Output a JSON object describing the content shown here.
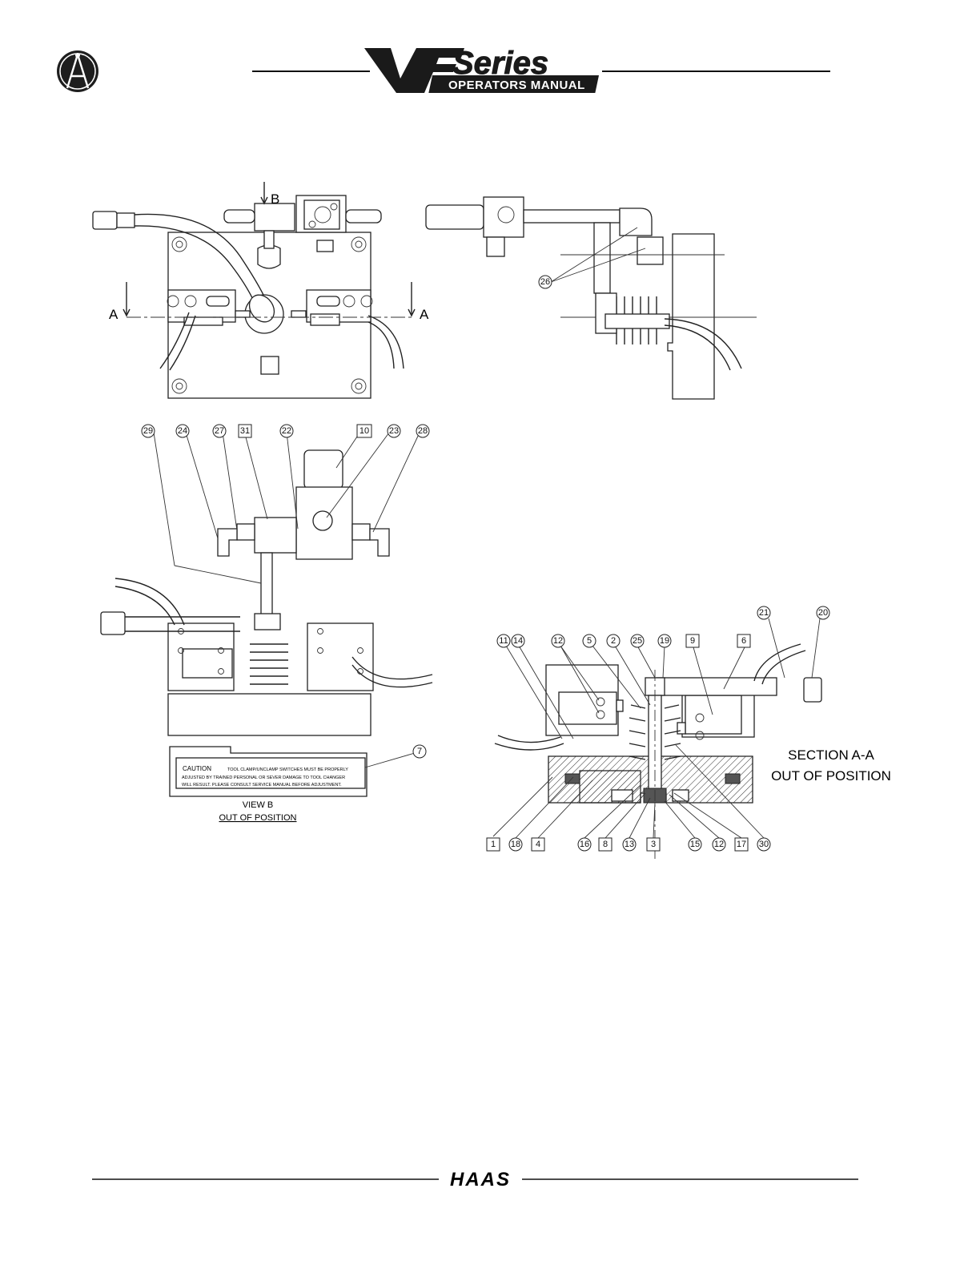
{
  "header": {
    "brand_vf": "VF",
    "brand_series": "Series",
    "brand_subtitle": "OPERATORS MANUAL"
  },
  "top_left_view": {
    "arrow_b": "B",
    "section_left": "A",
    "section_right": "A"
  },
  "top_right_view": {
    "callout_26": "26"
  },
  "view_b": {
    "callouts": {
      "c29": "29",
      "c24": "24",
      "c27": "27",
      "c31": "31",
      "c22": "22",
      "c10": "10",
      "c23": "23",
      "c28": "28",
      "c7": "7"
    },
    "caution_label": "CAUTION",
    "caution_line1": "TOOL CLAMP/UNCLAMP SWITCHES MUST BE PROPERLY",
    "caution_line2": "ADJUSTED BY TRAINED PERSONAL OR SEVER DAMAGE TO TOOL CHANGER",
    "caution_line3": "WILL RESULT.   PLEASE CONSULT SERVICE MANUAL BEFORE ADJUSTMENT.",
    "title_line1": "VIEW B",
    "title_line2": "OUT OF POSITION"
  },
  "section_view": {
    "top_callouts": {
      "c11": "11",
      "c14": "14",
      "c12": "12",
      "c5": "5",
      "c2": "2",
      "c25": "25",
      "c19": "19",
      "c9": "9",
      "c6": "6",
      "c21": "21",
      "c20": "20"
    },
    "bottom_callouts": {
      "c1": "1",
      "c18": "18",
      "c4": "4",
      "c16": "16",
      "c8": "8",
      "c13": "13",
      "c3": "3",
      "c15": "15",
      "c12b": "12",
      "c17": "17",
      "c30": "30"
    },
    "title_line1": "SECTION A-A",
    "title_line2": "OUT OF POSITION"
  },
  "footer": {
    "brand": "HAAS"
  }
}
